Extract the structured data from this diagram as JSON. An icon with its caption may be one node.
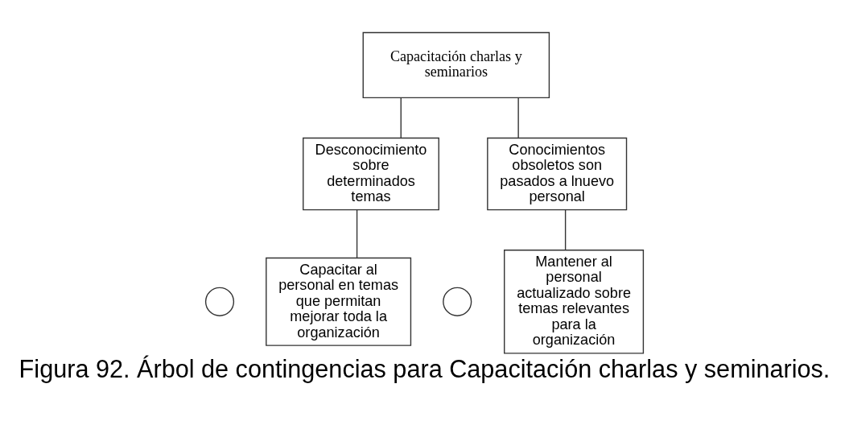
{
  "diagram": {
    "caption": "Figura 92. Árbol de contingencias para Capacitación charlas y seminarios.",
    "nodes": [
      {
        "text": [
          "Capacitación charlas y seminarios"
        ]
      },
      {
        "text": [
          "Desconocimiento sobre determinados temas"
        ]
      },
      {
        "text": [
          "Conocimientos obsoletos son pasados a lnuevo personal"
        ]
      },
      {
        "text": [],
        "shape": "circle"
      },
      {
        "text": [
          "Capacitar al personal en temas que permitan mejorar toda la organización"
        ]
      },
      {
        "text": [],
        "shape": "circle"
      },
      {
        "text": [
          "Mantener al personal actualizado sobre temas relevantes para la organización"
        ]
      }
    ],
    "edges": [
      {
        "from": 0,
        "to": 1,
        "arrow": "none"
      },
      {
        "from": 0,
        "to": 2,
        "arrow": "none"
      },
      {
        "from": 1,
        "to": 4,
        "arrow": "none"
      },
      {
        "from": 2,
        "to": 6,
        "arrow": "none"
      }
    ]
  }
}
